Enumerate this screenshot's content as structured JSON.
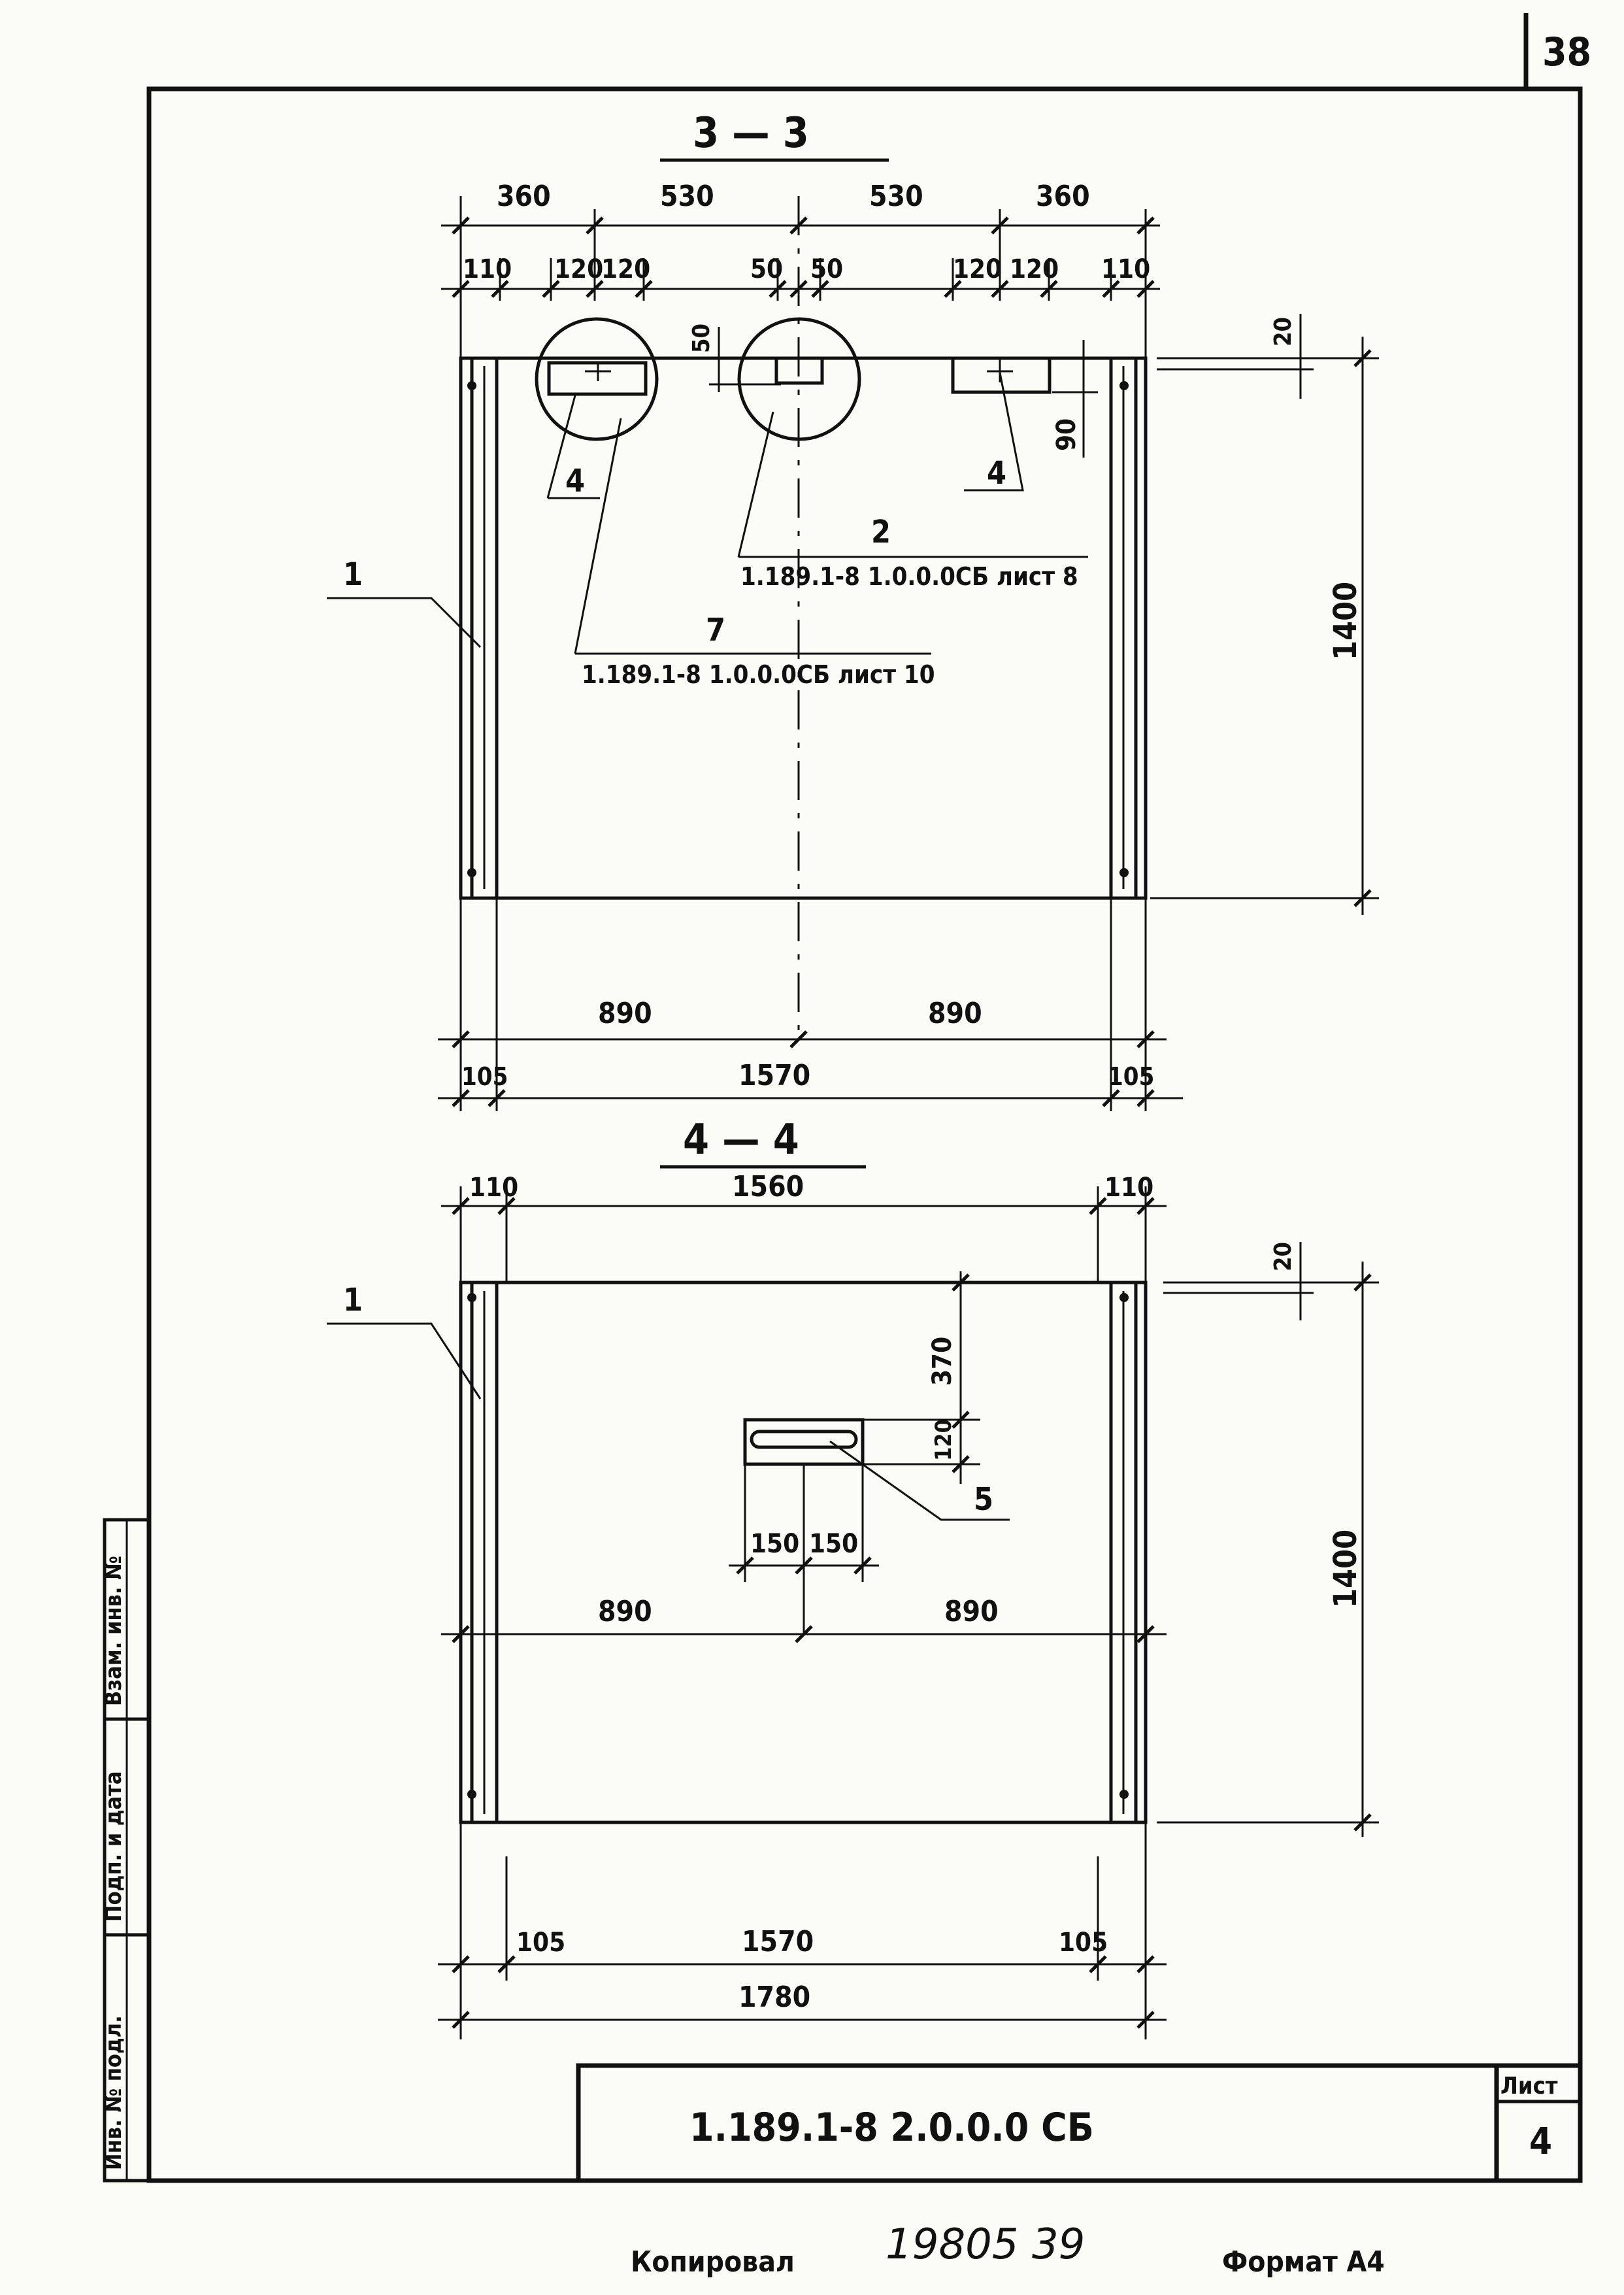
{
  "sheet": {
    "page_number": "38",
    "format_label": "Формат А4",
    "copied_label": "Копировал",
    "copy_number": "19805  39"
  },
  "side_stamp": {
    "cell_1": "Инв. № подл.",
    "cell_2": "Подп. и дата",
    "cell_3": "Взам. инв. №"
  },
  "title_block": {
    "doc_code": "1.189.1-8   2.0.0.0 СБ",
    "sheet_label": "Лист",
    "sheet_number": "4"
  },
  "section_3_3": {
    "title": "3 — 3",
    "top_dims": [
      "360",
      "530",
      "530",
      "360"
    ],
    "sub_dims": [
      "110",
      "120",
      "120",
      "50",
      "50",
      "120",
      "120",
      "110"
    ],
    "dim_50": "50",
    "dim_20": "20",
    "dim_90": "90",
    "dim_height": "1400",
    "bottom_dims": [
      "890",
      "890"
    ],
    "overall_dims": [
      "105",
      "1570",
      "105"
    ],
    "callouts": [
      {
        "mark": "1"
      },
      {
        "mark": "4"
      },
      {
        "mark": "4"
      },
      {
        "mark": "2",
        "ref": "1.189.1-8  1.0.0.0СБ лист 8"
      },
      {
        "mark": "7",
        "ref": "1.189.1-8  1.0.0.0СБ лист 10"
      }
    ]
  },
  "section_4_4": {
    "title": "4 — 4",
    "top_dims": [
      "110",
      "1560",
      "110"
    ],
    "dim_20": "20",
    "dim_370": "370",
    "dim_120": "120",
    "slot_dims": [
      "150",
      "150"
    ],
    "mid_dims": [
      "890",
      "890"
    ],
    "dim_height": "1400",
    "bottom_dims": [
      "105",
      "1570",
      "105"
    ],
    "overall_dim": "1780",
    "callouts": [
      {
        "mark": "1"
      },
      {
        "mark": "5"
      }
    ]
  }
}
